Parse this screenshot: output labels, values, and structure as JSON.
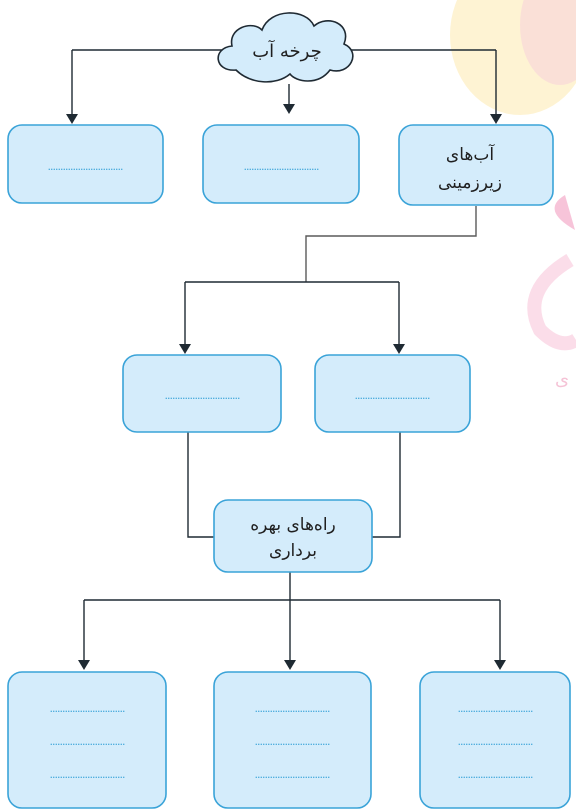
{
  "diagram": {
    "root": {
      "label": "چرخه آب"
    },
    "groundwater": {
      "label_line1": "آب‌های",
      "label_line2": "زیرزمینی"
    },
    "usage": {
      "label_line1": "راه‌های بهره",
      "label_line2": "برداری"
    },
    "blank_fill": "..............................",
    "colors": {
      "box_fill": "#d4ecfb",
      "box_border": "#3aa3d8",
      "connector": "#1f2a33"
    }
  },
  "watermark": {
    "text": "ی"
  }
}
